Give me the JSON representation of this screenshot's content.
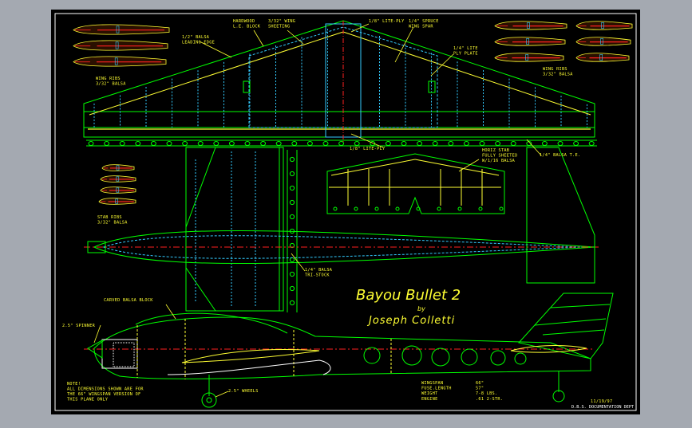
{
  "plan": {
    "title": "Bayou Bullet 2",
    "by": "by",
    "author": "Joseph Colletti",
    "date": "11/19/97",
    "credit": "D.B.S. DOCUMENTATION DEPT"
  },
  "labels": {
    "hardwood_lc_block": "HARDWOOD\nL.E. BLOCK",
    "wing_sheeting": "3/32\" WING\nSHEETING",
    "lite_ply_top": "1/8\" LITE-PLY",
    "spruce_spar": "1/4\" SPRUCE\nWING SPAR",
    "balsa_le": "1/2\" BALSA\nLEADING EDGE",
    "lite_ply_plate": "1/4\" LITE\nPLY PLATE",
    "wing_ribs_left": "WING RIBS\n3/32\" BALSA",
    "wing_ribs_right": "WING RIBS\n3/32\" BALSA",
    "lite_ply_bottom": "1/8\" LITE-PLY",
    "balsa_te": "1/4\" BALSA T.E.",
    "horiz_stab": "HORIZ STAB\nFULLY SHEETED\nW/1/16 BALSA",
    "stab_ribs": "STAB RIBS\n3/32\" BALSA",
    "balsa_tri_stock": "1/4\" BALSA\nTRI-STOCK",
    "carved_block": "CARVED BALSA BLOCK",
    "spinner": "2.5\" SPINNER",
    "wheels": "2.5\" WHEELS",
    "note": "NOTE!\nALL DIMENSIONS SHOWN ARE FOR\nTHE 66\" WINGSPAN VERSION OF\nTHIS PLANE ONLY"
  },
  "specs": [
    {
      "label": "WINGSPAN",
      "value": "66\""
    },
    {
      "label": "FUSE.LENGTH",
      "value": "57\""
    },
    {
      "label": "WEIGHT",
      "value": "7-8 LBS."
    },
    {
      "label": "ENGINE",
      "value": ".61 2-STR."
    }
  ],
  "colors": {
    "background": "#000000",
    "frame_bg": "#a4a9b1",
    "outline": "#00ff00",
    "text": "#ffff33",
    "rib_yellow": "#ffff33",
    "rib_red": "#ff2020",
    "cyan": "#33ccff",
    "white": "#ffffff",
    "centerline": "#ff2020"
  }
}
